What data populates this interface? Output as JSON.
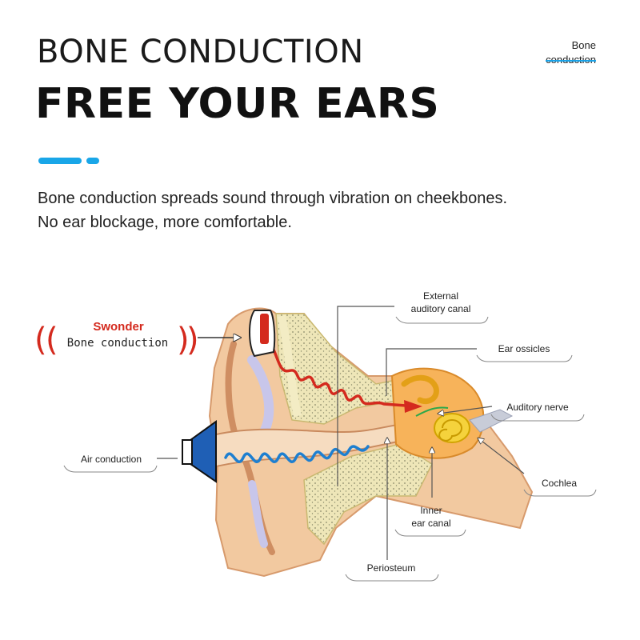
{
  "header": {
    "title_line1": "BONE CONDUCTION",
    "title_line2": "FREE YOUR EARS",
    "corner_line1": "Bone",
    "corner_line2": "conduction"
  },
  "description": {
    "line1": "Bone conduction spreads sound through vibration on cheekbones.",
    "line2": "No ear blockage, more comfortable."
  },
  "brand": {
    "name": "Swonder",
    "tagline": "Bone conduction"
  },
  "labels": {
    "external_canal_1": "External",
    "external_canal_2": "auditory canal",
    "ear_ossicles": "Ear ossicles",
    "auditory_nerve": "Auditory nerve",
    "cochlea": "Cochlea",
    "inner_canal_1": "Inner",
    "inner_canal_2": "ear canal",
    "periosteum": "Periosteum",
    "air_conduction": "Air conduction"
  },
  "colors": {
    "accent": "#19a6e8",
    "bone_wave": "#d42a1e",
    "air_wave": "#1e7fd0",
    "skin": "#f2c9a0",
    "bone": "#f3ecc4",
    "speaker_blue": "#1f5fb5"
  }
}
